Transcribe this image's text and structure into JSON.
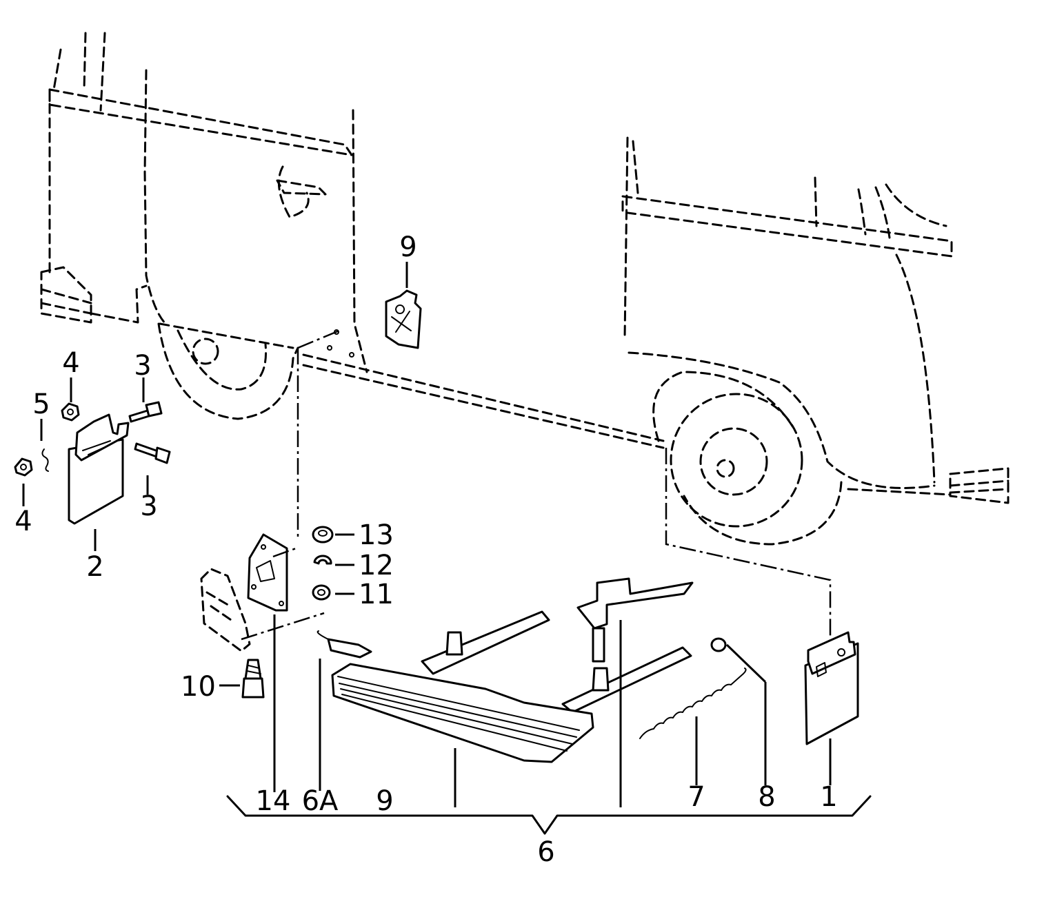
{
  "callouts": {
    "c9_top": "9",
    "c4_upper": "4",
    "c3_upper": "3",
    "c5": "5",
    "c4_lower": "4",
    "c3_lower": "3",
    "c2": "2",
    "c13": "13",
    "c12": "12",
    "c11": "11",
    "c10": "10",
    "c14": "14",
    "c6A": "6A",
    "c9_bottom": "9",
    "c7": "7",
    "c8": "8",
    "c1": "1",
    "c6": "6"
  }
}
